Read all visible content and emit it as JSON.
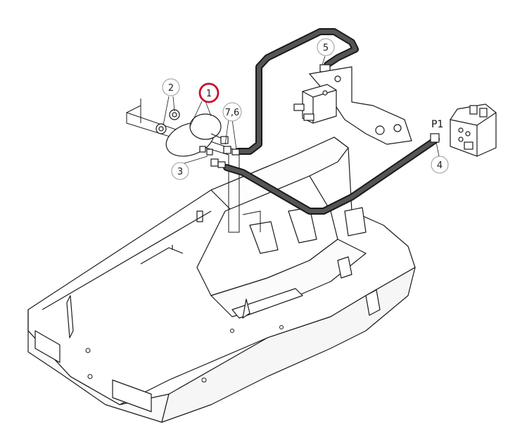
{
  "callouts": [
    {
      "id": "c1",
      "label": "1",
      "highlighted": true
    },
    {
      "id": "c2",
      "label": "2",
      "highlighted": false
    },
    {
      "id": "c3",
      "label": "3",
      "highlighted": false
    },
    {
      "id": "c4",
      "label": "4",
      "highlighted": false
    },
    {
      "id": "c5",
      "label": "5",
      "highlighted": false
    },
    {
      "id": "c76",
      "label": "7,6",
      "highlighted": false
    }
  ],
  "port_label": "P1",
  "colors": {
    "highlight_ring": "#c8102e",
    "callout_ring": "#9a9a9a",
    "hose": "#555555",
    "line": "#1a1a1a"
  }
}
